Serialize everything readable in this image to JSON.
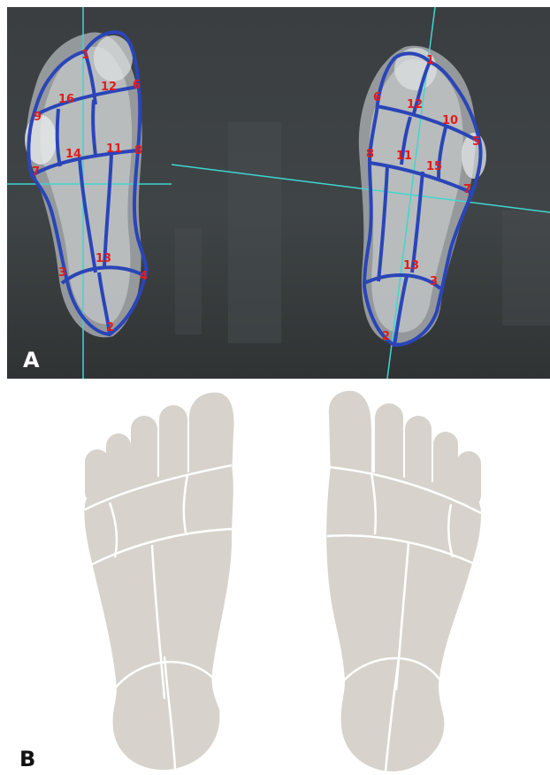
{
  "figure": {
    "panel_a": {
      "label": "A",
      "left_foot_numbers": [
        "1",
        "16",
        "12",
        "6",
        "9",
        "14",
        "11",
        "8",
        "7",
        "13",
        "3",
        "4",
        "2"
      ],
      "right_foot_numbers": [
        "1",
        "6",
        "12",
        "10",
        "5",
        "8",
        "11",
        "15",
        "7",
        "13",
        "3",
        "2"
      ]
    },
    "panel_b": {
      "label": "B"
    }
  },
  "colors": {
    "thermal_background": "#2e3233",
    "outline_blue": "#2a45b8",
    "number_red": "#e21c1c",
    "axis_cyan": "#3fd6d0",
    "foot_fill": "#d7d3cc",
    "segment_line": "#ffffff"
  }
}
